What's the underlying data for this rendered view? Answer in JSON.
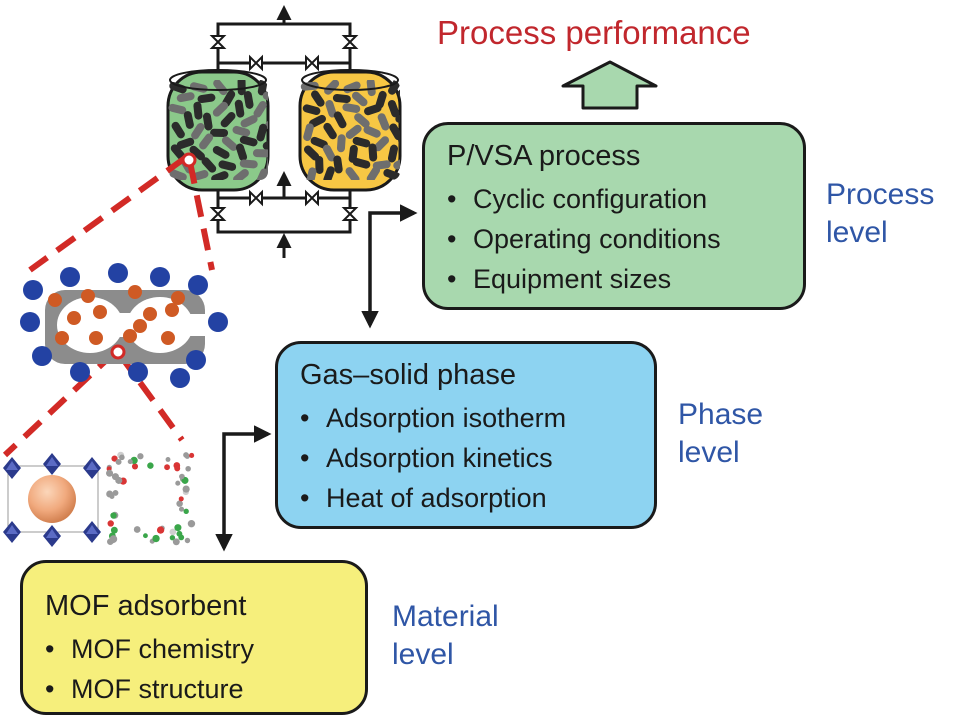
{
  "title": "Process performance",
  "colors": {
    "title_red": "#c1272d",
    "level_blue": "#2f56a6",
    "process_box": "#a8d8ae",
    "phase_box": "#8dd3f1",
    "material_box": "#f6ef7c",
    "bed_left": "#8bc98a",
    "bed_right": "#f7c744",
    "connector_red": "#d22a26",
    "molecule_blue": "#2342a3",
    "molecule_orange": "#cf5a24"
  },
  "levels": [
    {
      "line1": "Process",
      "line2": "level"
    },
    {
      "line1": "Phase",
      "line2": "level"
    },
    {
      "line1": "Material",
      "line2": "level"
    }
  ],
  "boxes": {
    "process": {
      "title": "P/VSA process",
      "items": [
        "Cyclic configuration",
        "Operating conditions",
        "Equipment sizes"
      ]
    },
    "phase": {
      "title": "Gas–solid phase",
      "items": [
        "Adsorption isotherm",
        "Adsorption kinetics",
        "Heat of adsorption"
      ]
    },
    "material": {
      "title": "MOF adsorbent",
      "items": [
        "MOF chemistry",
        "MOF structure"
      ]
    }
  }
}
